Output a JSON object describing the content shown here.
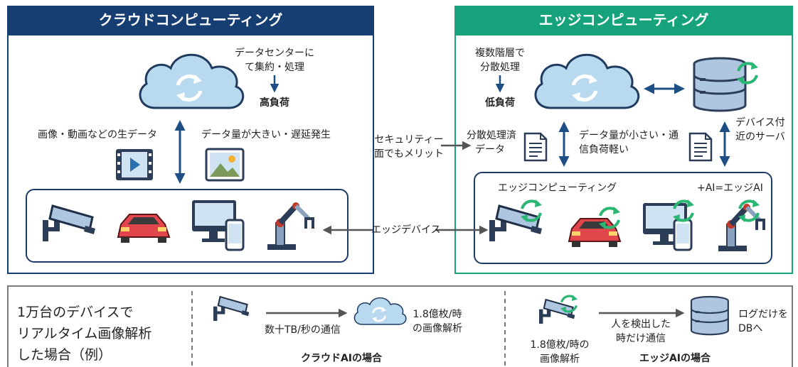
{
  "colors": {
    "cloud_navy": "#173e72",
    "edge_teal": "#16a37c",
    "arrow": "#1d4f84",
    "cloud_fill": "#b9d9ee",
    "sync_green": "#2bb673",
    "car_red": "#e0464c"
  },
  "cloud_panel": {
    "title": "クラウドコンピューティング",
    "note_line1": "データセンターに",
    "note_line2": "て集約・処理",
    "load": "高負荷",
    "raw_data": "画像・動画などの生データ",
    "big_data": "データ量が大きい・遅延発生"
  },
  "edge_panel": {
    "title": "エッジコンピューティング",
    "note_line1": "複数階層で",
    "note_line2": "分散処理",
    "load": "低負荷",
    "processed_line1": "分散処理済",
    "processed_line2": "データ",
    "small_line1": "データ量が小さい・通",
    "small_line2": "信負荷軽い",
    "server_line1": "デバイス付",
    "server_line2": "近のサーバ",
    "device_caption": "エッジコンピューティング",
    "ai_caption": "+AI=エッジAI"
  },
  "middle": {
    "security_line1": "セキュリティー",
    "security_line2": "面でもメリット",
    "edge_device": "エッジデバイス"
  },
  "bottom": {
    "case_line1": "1万台のデバイスで",
    "case_line2": "リアルタイム画像解析",
    "case_line3": "した場合（例）",
    "cloud_comm": "数十TB/秒の通信",
    "cloud_rate_line1": "1.8億枚/時",
    "cloud_rate_line2": "の画像解析",
    "cloud_ai_label": "クラウドAIの場合",
    "edge_rate_line1": "1.8億枚/時の",
    "edge_rate_line2": "画像解析",
    "edge_detect_line1": "人を検出した",
    "edge_detect_line2": "時だけ通信",
    "edge_log_line1": "ログだけを",
    "edge_log_line2": "DBへ",
    "edge_ai_label": "エッジAIの場合"
  },
  "icons": [
    "cloud-icon",
    "sync-icon",
    "video-file-icon",
    "image-file-icon",
    "camera-icon",
    "car-icon",
    "monitor-icon",
    "smartphone-icon",
    "robot-arm-icon",
    "database-icon",
    "document-icon"
  ]
}
